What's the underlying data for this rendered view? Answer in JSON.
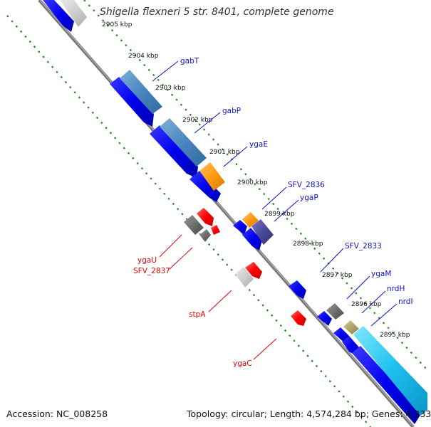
{
  "title": "Shigella flexneri 5 str. 8401, complete genome",
  "accession": "Accession: NC_008258",
  "summary": "Topology: circular; Length: 4,574,284 bp; Genes: 4,233",
  "colors": {
    "backbone": "#8a8a8a",
    "tick_dots": "#1e8a1e",
    "forward_gene": "#0000ee",
    "reverse_gene": "#ff0000",
    "label_forward": "#1010cc",
    "label_reverse": "#dd0000"
  },
  "ticks": [
    "2905 kbp",
    "2904 kbp",
    "2903 kbp",
    "2902 kbp",
    "2901 kbp",
    "2900 kbp",
    "2899 kbp",
    "2898 kbp",
    "2897 kbp",
    "2896 kbp",
    "2895 kbp"
  ],
  "genes_forward": [
    "gabT",
    "gabP",
    "ygaE",
    "SFV_2836",
    "ygaP",
    "SFV_2833",
    "ygaM",
    "nrdH",
    "nrdI"
  ],
  "genes_reverse": [
    "ygaU",
    "SFV_2837",
    "stpA",
    "ygaC"
  ]
}
